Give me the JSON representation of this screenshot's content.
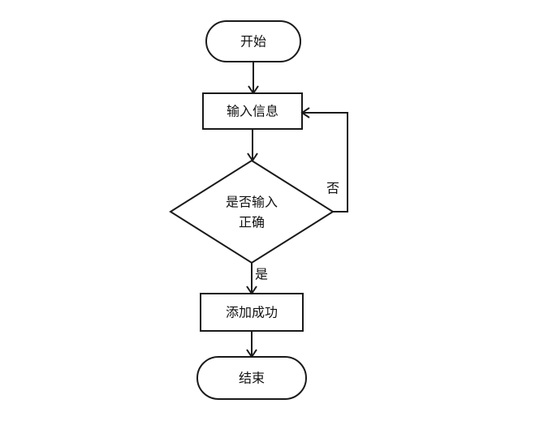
{
  "nodes": {
    "start": {
      "label": "开始",
      "shape": "terminal"
    },
    "input": {
      "label": "输入信息",
      "shape": "process"
    },
    "check": {
      "label_line1": "是否输入",
      "label_line2": "正确",
      "shape": "decision"
    },
    "add": {
      "label": "添加成功",
      "shape": "process"
    },
    "end": {
      "label": "结束",
      "shape": "terminal"
    }
  },
  "edges": {
    "start_to_input": {
      "from": "start",
      "to": "input",
      "label": ""
    },
    "input_to_check": {
      "from": "input",
      "to": "check",
      "label": ""
    },
    "check_no": {
      "from": "check",
      "to": "input",
      "label": "否"
    },
    "check_yes": {
      "from": "check",
      "to": "add",
      "label": "是"
    },
    "add_to_end": {
      "from": "add",
      "to": "end",
      "label": ""
    }
  },
  "colors": {
    "stroke": "#1a1a1a",
    "fill": "#ffffff",
    "text": "#111111"
  }
}
